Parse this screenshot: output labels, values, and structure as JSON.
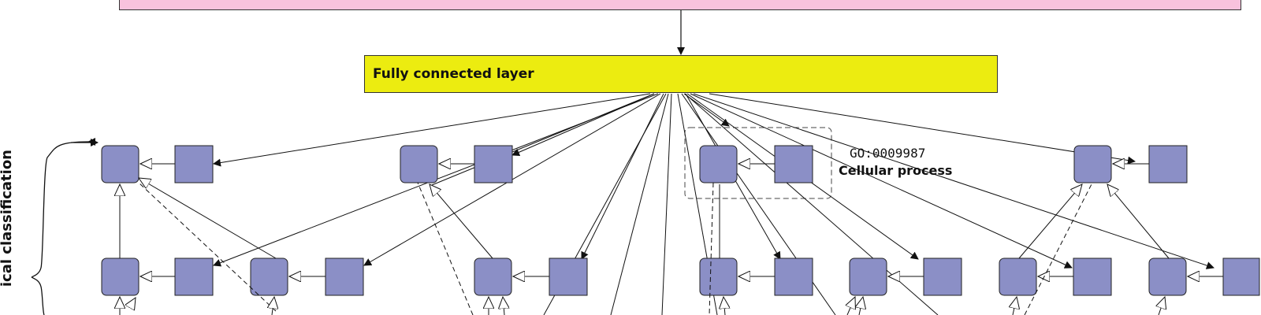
{
  "layers": {
    "fully_connected_label": "Fully connected layer"
  },
  "annotation": {
    "go_id": "GO:0009987",
    "go_name": "Cellular process"
  },
  "side_label": "ical classification",
  "colors": {
    "top_bar": "#f9c2dd",
    "fc_layer": "#ecec10",
    "node": "#8b8fc6"
  }
}
